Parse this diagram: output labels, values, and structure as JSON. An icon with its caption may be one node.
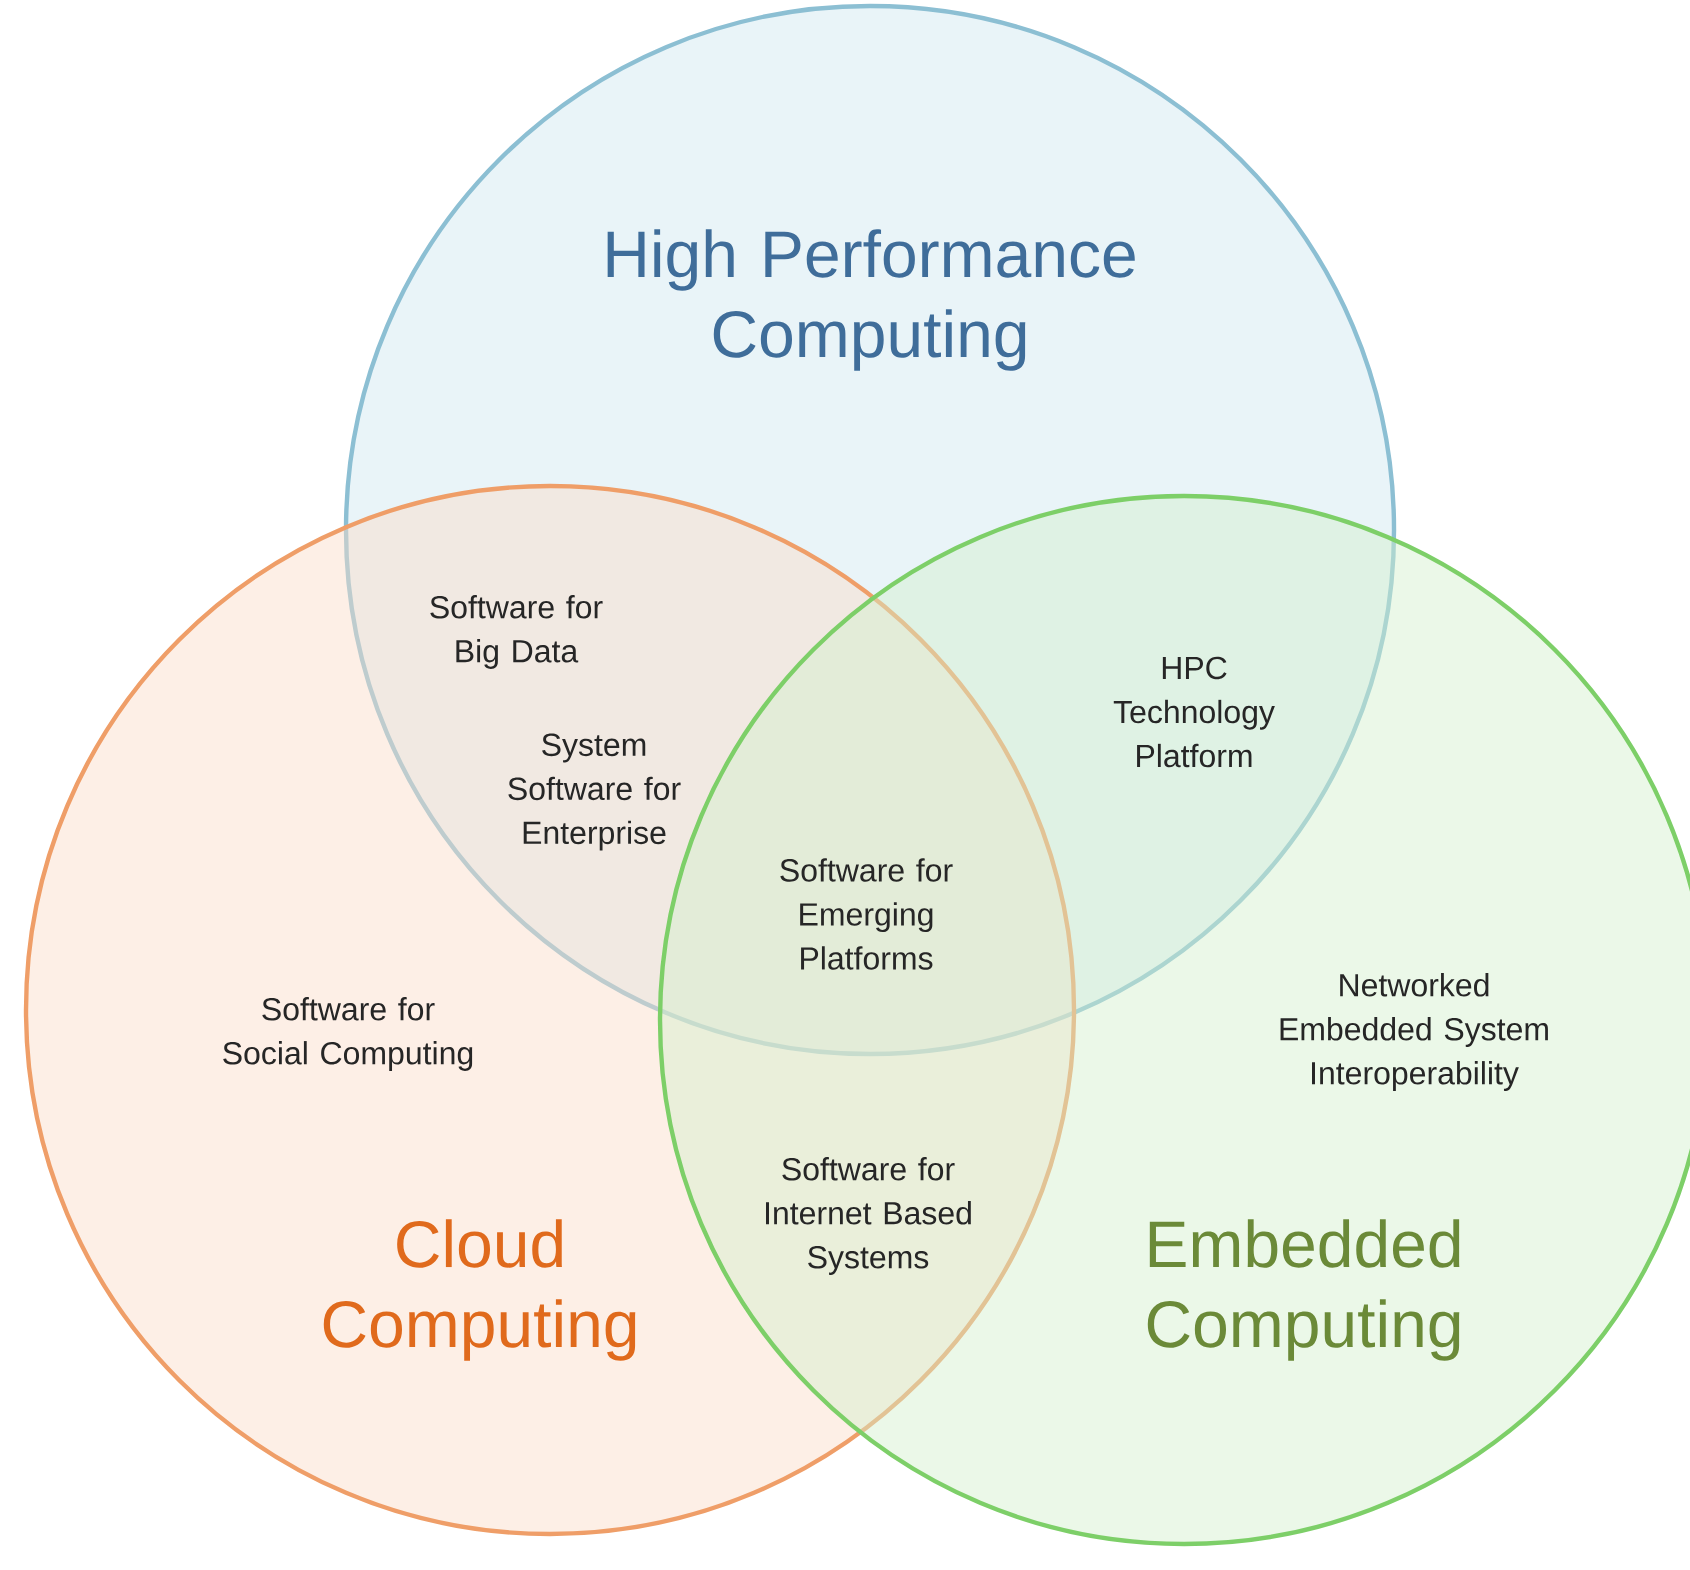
{
  "diagram": {
    "nodes": [
      {
        "text": [
          "High Performance Computing"
        ]
      },
      {
        "text": [
          "Cloud Computing"
        ]
      },
      {
        "text": [
          "Embedded Computing"
        ]
      }
    ],
    "labels": [
      "Software for Big Data",
      "System Software for Enterprise",
      "Software for Emerging Platforms",
      "HPC Technology Platform",
      "Software for Social Computing",
      "Networked Embedded System Interoperability",
      "Software for Internet Based Systems"
    ]
  }
}
